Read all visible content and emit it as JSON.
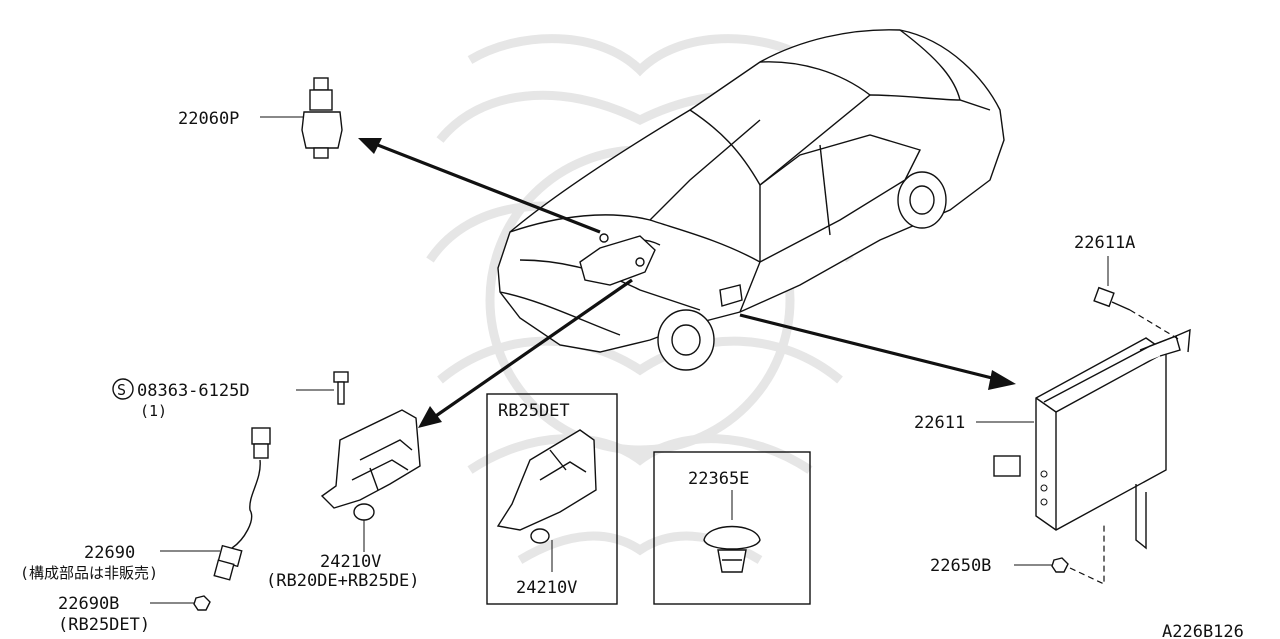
{
  "diagram": {
    "parts": {
      "sensor_top": "22060P",
      "screw_s_code": "08363-6125D",
      "screw_qty": "(1)",
      "sensor_wire": "22690",
      "sensor_wire_note": "(構成部品は非販売)",
      "sensor_nut": "22690B",
      "sensor_nut_note": "(RB25DET)",
      "bracket": "24210V",
      "bracket_note": "(RB20DE+RB25DE)",
      "inset_title": "RB25DET",
      "inset_bracket": "24210V",
      "clip": "22365E",
      "ecu_bolt": "22611A",
      "ecu": "22611",
      "ecu_nut": "22650B"
    },
    "s_marker": "S",
    "drawing_code": "A226B126",
    "colors": {
      "line": "#111111",
      "watermark": "#e6e6e6",
      "background": "#ffffff"
    }
  }
}
